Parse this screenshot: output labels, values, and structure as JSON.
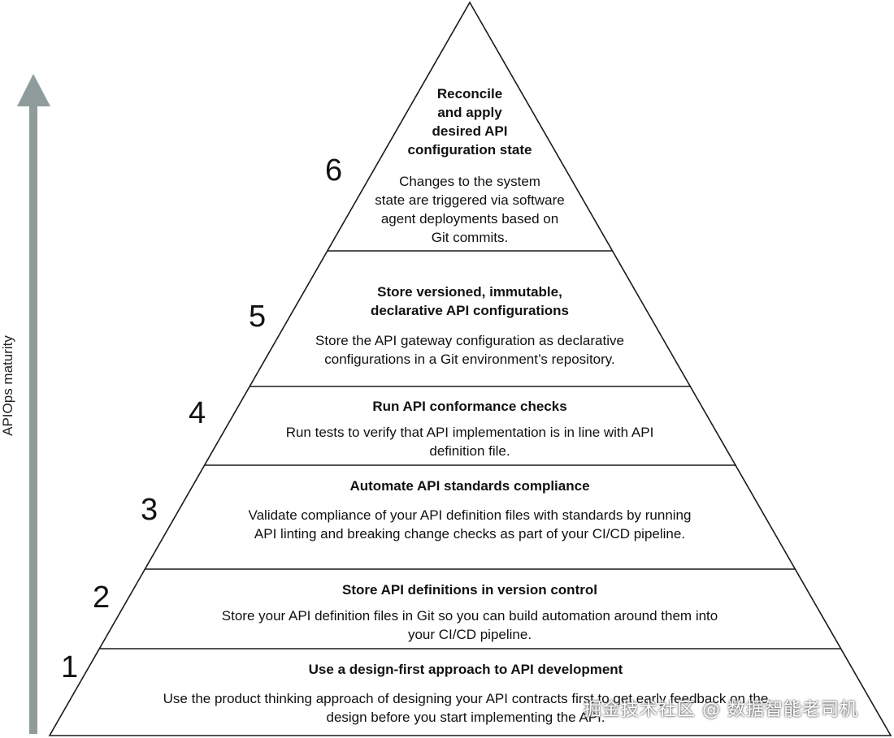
{
  "axis": {
    "label": "APIOps maturity"
  },
  "tiers": [
    {
      "level": "6",
      "title": "Reconcile\nand apply\ndesired API\nconfiguration state",
      "description": "Changes to the system\nstate are triggered via software\nagent deployments based on\nGit commits."
    },
    {
      "level": "5",
      "title": "Store versioned, immutable,\ndeclarative API configurations",
      "description": "Store the API gateway configuration as declarative\nconfigurations in a Git environment’s repository."
    },
    {
      "level": "4",
      "title": "Run API conformance checks",
      "description": "Run tests to verify that API implementation is in line with API\ndefinition file."
    },
    {
      "level": "3",
      "title": "Automate API standards compliance",
      "description": "Validate compliance of your API definition files with standards by running\nAPI linting and breaking change checks as part of your CI/CD pipeline."
    },
    {
      "level": "2",
      "title": "Store API definitions in version control",
      "description": "Store your API definition files in Git so you can build automation around them into\nyour CI/CD pipeline."
    },
    {
      "level": "1",
      "title": "Use a design-first approach to API development",
      "description": "Use the product thinking approach of designing your API contracts first to get early feedback on the\ndesign before you start implementing the API."
    }
  ],
  "watermark": "掘金技术社区 @ 数据智能老司机",
  "colors": {
    "arrow": "#8f9c9b",
    "lines": "#1a1a1a",
    "text": "#111111"
  }
}
